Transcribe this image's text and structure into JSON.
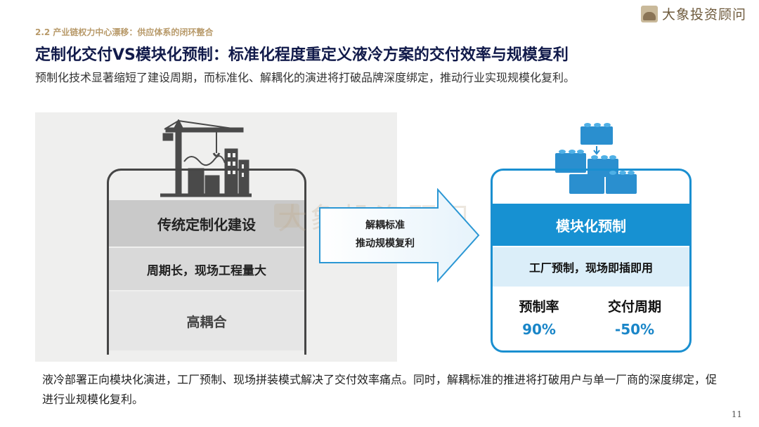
{
  "brand": {
    "name": "大象投资顾问",
    "watermark": "大象投资顾问"
  },
  "header": {
    "section": "2.2 产业链权力中心漂移：供应体系的闭环整合",
    "title": "定制化交付VS模块化预制：标准化程度重定义液冷方案的交付效率与规模复利",
    "subtitle": "预制化技术显著缩短了建设周期，而标准化、解耦化的演进将打破品牌深度绑定，推动行业实现规模化复利。"
  },
  "left_card": {
    "icon": "construction-crane-icon",
    "heading": "传统定制化建设",
    "row": "周期长，现场工程量大",
    "footer": "高耦合"
  },
  "arrow": {
    "line1": "解耦标准",
    "line2": "推动规模复利"
  },
  "right_card": {
    "icon": "building-blocks-icon",
    "heading": "模块化预制",
    "row": "工厂预制，现场即插即用",
    "metrics": [
      {
        "label": "预制率",
        "value": "90%"
      },
      {
        "label": "交付周期",
        "value": "-50%"
      }
    ]
  },
  "footer_text": "液冷部署正向模块化演进，工厂预制、现场拼装模式解决了交付效率痛点。同时，解耦标准的推进将打破用户与单一厂商的深度绑定，促进行业规模化复利。",
  "page_number": "11",
  "colors": {
    "accent_blue": "#1791d2",
    "light_blue": "#dbeef9",
    "title_navy": "#111a4a",
    "section_gold": "#b89a6a"
  }
}
